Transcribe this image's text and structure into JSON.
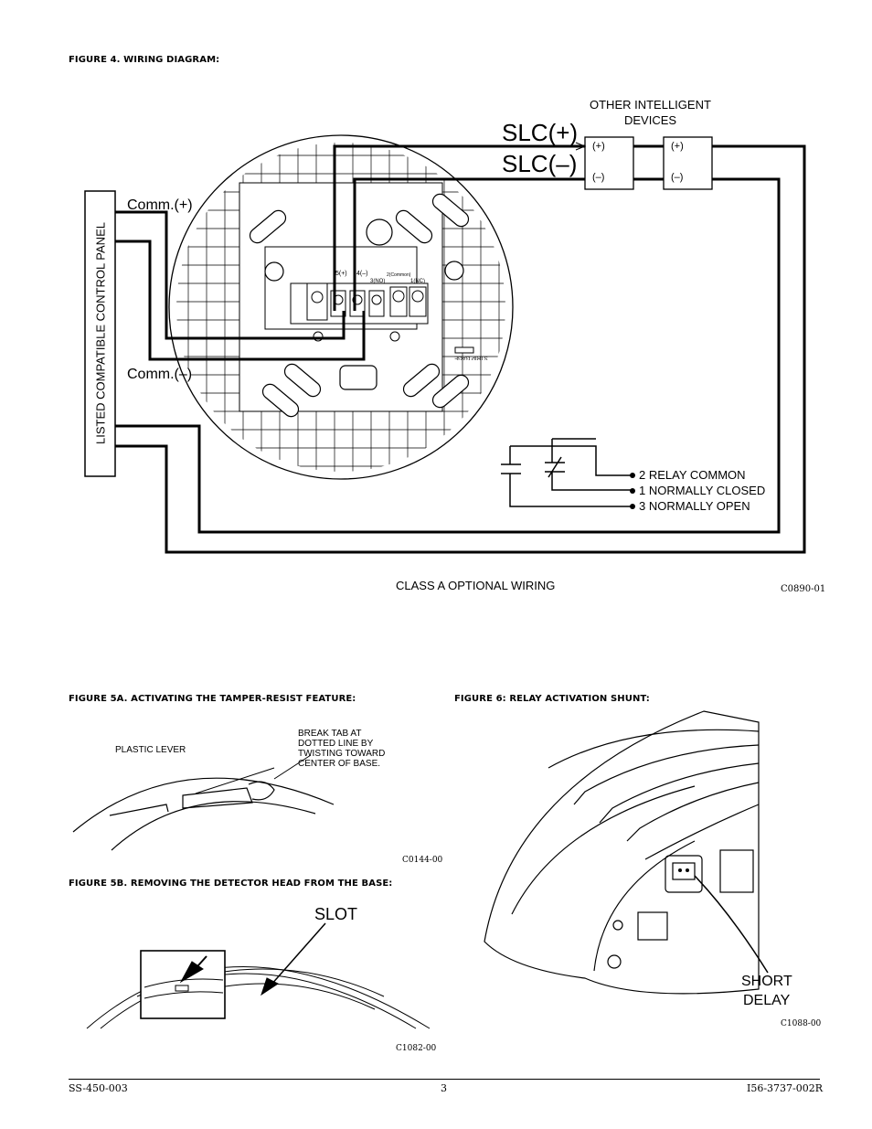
{
  "figure4": {
    "title": "FIGURE 4. WIRING DIAGRAM:",
    "other_devices": "OTHER INTELLIGENT",
    "other_devices_2": "DEVICES",
    "slc_plus": "SLC(+)",
    "slc_minus": "SLC(–)",
    "device_plus": "(+)",
    "device_minus": "(–)",
    "comm_plus": "Comm.(+)",
    "comm_minus": "Comm.(–)",
    "panel": "LISTED COMPATIBLE CONTROL PANEL",
    "terminal_5": "5(+)",
    "terminal_4": "4(–)",
    "terminal_3": "3(NO)",
    "terminal_2": "2(Common)",
    "terminal_1": "1(NC)",
    "strip_gage": "STRIP GAGE",
    "relay_common": "2  RELAY COMMON",
    "relay_nc": "1 NORMALLY CLOSED",
    "relay_no": "3 NORMALLY OPEN",
    "class_a": "CLASS A OPTIONAL WIRING",
    "code": "C0890-01"
  },
  "figure5a": {
    "title": "FIGURE 5A. ACTIVATING THE TAMPER-RESIST FEATURE:",
    "plastic_lever": "PLASTIC LEVER",
    "break_tab_1": "BREAK TAB AT",
    "break_tab_2": "DOTTED LINE BY",
    "break_tab_3": "TWISTING TOWARD",
    "break_tab_4": "CENTER OF BASE.",
    "code": "C0144-00"
  },
  "figure5b": {
    "title": "FIGURE 5B. REMOVING THE DETECTOR HEAD FROM THE BASE:",
    "slot": "SLOT",
    "code": "C1082-00"
  },
  "figure6": {
    "title": "FIGURE 6: RELAY ACTIVATION SHUNT:",
    "short": "SHORT",
    "delay": "DELAY",
    "code": "C1088-00"
  },
  "footer": {
    "left": "SS-450-003",
    "center": "3",
    "right": "I56-3737-002R"
  }
}
